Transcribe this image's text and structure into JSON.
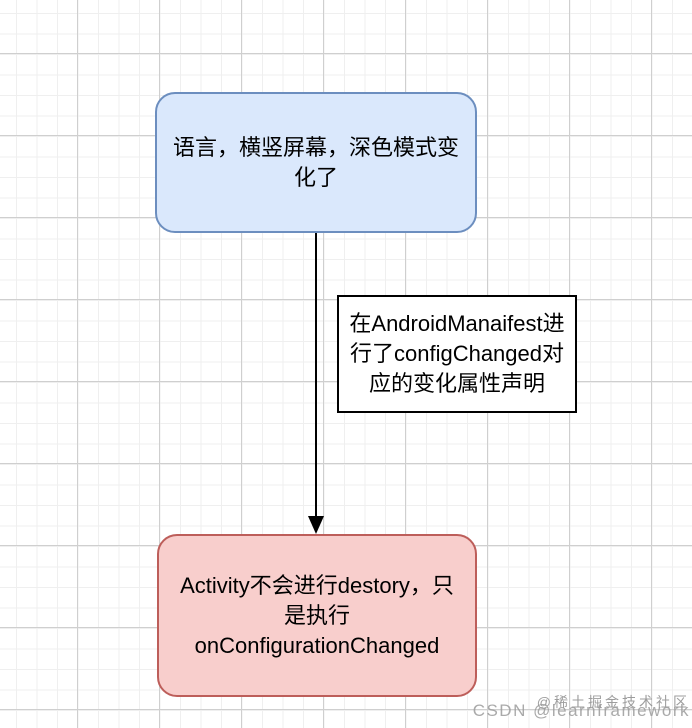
{
  "diagram": {
    "nodes": {
      "start": {
        "text": "语言，横竖屏幕，深色模式变化了",
        "lines": [
          "语言，横竖屏幕，深色模式变",
          "化了"
        ],
        "fill": "#dae8fc",
        "stroke": "#6c8ebf"
      },
      "edge_label": {
        "text": "在AndroidManaifest进行了configChanged对应的变化属性声明",
        "lines": [
          "在AndroidManaifest进",
          "行了configChanged对",
          "应的变化属性声明"
        ],
        "fill": "#ffffff",
        "stroke": "#000000"
      },
      "result": {
        "text": "Activity不会进行destory，只是执行onConfigurationChanged",
        "lines": [
          "Activity不会进行destory，只",
          "是执行",
          "onConfigurationChanged"
        ],
        "fill": "#f8cecc",
        "stroke": "#bd5e5a"
      }
    },
    "connector": {
      "direction": "down",
      "color": "#000000"
    },
    "watermark": {
      "line1": "@稀土掘金技术社区",
      "line2": "CSDN @learnframework"
    }
  }
}
